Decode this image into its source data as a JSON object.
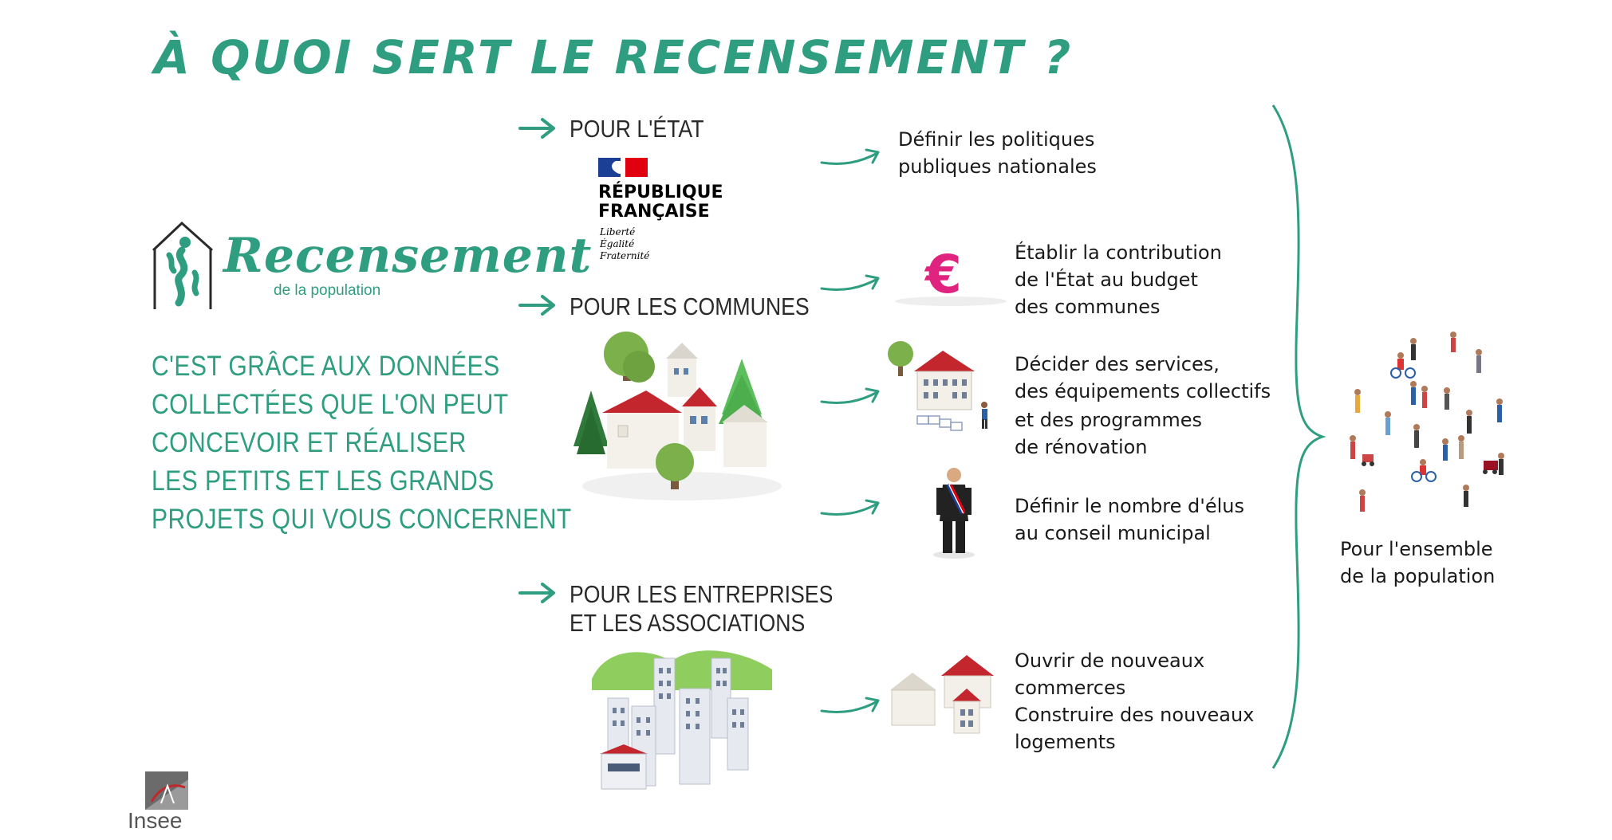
{
  "title": "À QUOI SERT LE RECENSEMENT ?",
  "logo": {
    "name": "Recensement",
    "subtitle": "de la population"
  },
  "intro_lines": [
    "C'EST GRÂCE AUX DONNÉES",
    "COLLECTÉES QUE L'ON PEUT",
    "CONCEVOIR ET RÉALISER",
    "LES PETITS ET LES GRANDS",
    "PROJETS QUI VOUS CONCERNENT"
  ],
  "categories": {
    "etat": "POUR L'ÉTAT",
    "communes": "POUR LES COMMUNES",
    "entreprises_1": "POUR LES ENTREPRISES",
    "entreprises_2": "ET LES ASSOCIATIONS"
  },
  "republique": {
    "line1": "RÉPUBLIQUE",
    "line2": "FRANÇAISE",
    "motto1": "Liberté",
    "motto2": "Égalité",
    "motto3": "Fraternité"
  },
  "uses": {
    "politiques": [
      "Définir les politiques",
      "publiques nationales"
    ],
    "budget": [
      "Établir la contribution",
      "de l'État au budget",
      "des communes"
    ],
    "services": [
      "Décider des services,",
      "des équipements collectifs",
      "et des programmes",
      "de rénovation"
    ],
    "elus": [
      "Définir le nombre d'élus",
      "au conseil municipal"
    ],
    "commerces": [
      "Ouvrir de nouveaux",
      "commerces",
      "Construire des nouveaux",
      "logements"
    ]
  },
  "euro_symbol": "€",
  "population": [
    "Pour l'ensemble",
    "de la population"
  ],
  "insee": "Insee",
  "colors": {
    "accent": "#2f9e80",
    "text": "#1a1a1a",
    "euro": "#e0237f",
    "roof_red": "#c4262e"
  }
}
